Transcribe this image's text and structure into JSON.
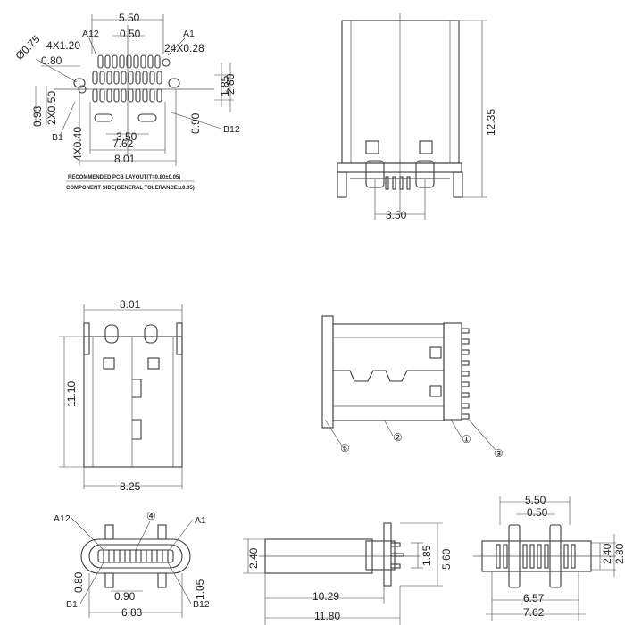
{
  "pcb_layout": {
    "dim_top": "5.50",
    "dim_pitch": "0.50",
    "label_a12": "A12",
    "label_a1": "A1",
    "dim_4x120": "4X1.20",
    "dim_24x028": "24X0.28",
    "dim_d075": "Ø0.75",
    "dim_080": "0.80",
    "dim_185": "1.85",
    "dim_280": "2.80",
    "dim_093": "0.93",
    "dim_2x050": "2X0.50",
    "label_b1": "B1",
    "dim_4x040": "4X0.40",
    "dim_350": "3.50",
    "dim_762": "7.62",
    "dim_801": "8.01",
    "dim_090": "0.90",
    "label_b12": "B12",
    "note_line1": "RECOMMENDED PCB LAYOUT(T=0.80±0.05)",
    "note_line2": "COMPONENT SIDE(GENERAL TOLERANCE:±0.05)"
  },
  "front_view": {
    "dim_height": "12.35",
    "dim_pitch": "3.50"
  },
  "top_view": {
    "dim_width": "8.01",
    "dim_height": "11.10",
    "dim_bottom": "8.25"
  },
  "side_view": {
    "callout_1": "①",
    "callout_2": "②",
    "callout_3": "③",
    "callout_5": "⑤"
  },
  "end_view": {
    "label_a12": "A12",
    "callout_4": "④",
    "label_a1": "A1",
    "dim_080": "0.80",
    "label_b1": "B1",
    "dim_090": "0.90",
    "dim_105": "1.05",
    "label_b12": "B12",
    "dim_683": "6.83"
  },
  "profile_view": {
    "dim_240": "2.40",
    "dim_185": "1.85",
    "dim_560": "5.60",
    "dim_1029": "10.29",
    "dim_1180": "11.80"
  },
  "bottom_view": {
    "dim_550": "5.50",
    "dim_050": "0.50",
    "dim_240": "2.40",
    "dim_280": "2.80",
    "dim_657": "6.57",
    "dim_762": "7.62"
  }
}
